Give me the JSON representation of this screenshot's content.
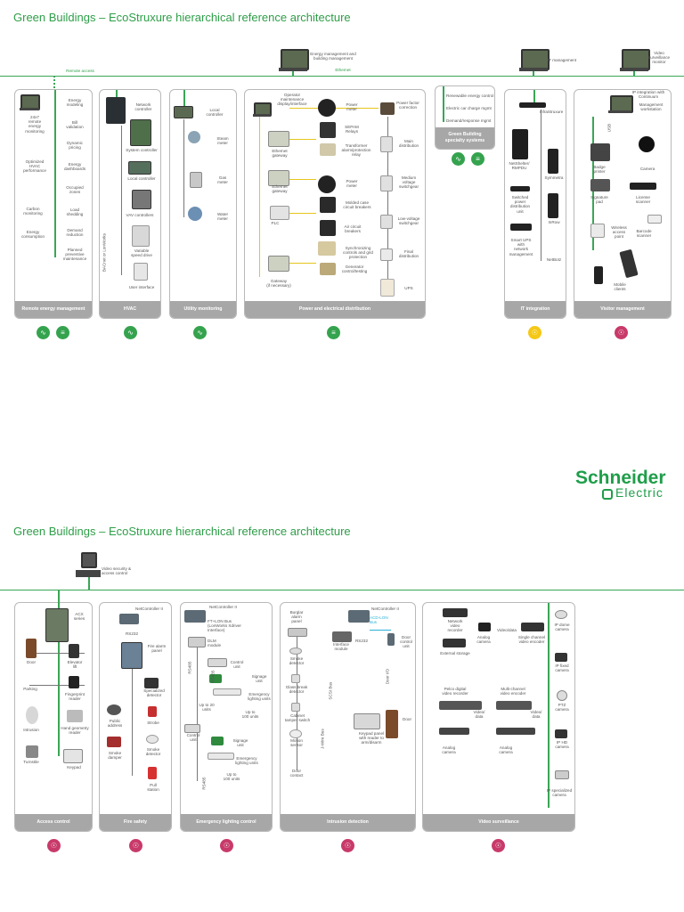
{
  "page1": {
    "title": "Green Buildings – EcoStruxure hierarchical reference architecture",
    "top": {
      "remote_access": "Remote access",
      "ethernet": "Ethernet",
      "energy_mgmt": "Energy management and\nbuilding management",
      "it_mgmt": "IT management",
      "video_monitor": "Video\nsurveillance\nmonitor"
    },
    "rem": {
      "items_right": [
        "Energy\nmodeling",
        "Bill\nvalidation",
        "Dynamic\npricing",
        "Energy\ndashboards",
        "Occupied\nzones",
        "Load\nshedding",
        "Demand\nreduction",
        "Planned\npreventive\nmaintenance"
      ],
      "items_left": [
        "24x7\nremote\nenergy\nmonitoring",
        "Optimized\nHVAC\nperformance",
        "Carbon\nmonitoring",
        "Energy\nconsumption"
      ],
      "footer": "Remote energy management"
    },
    "hvac": {
      "items": [
        "Network\ncontroller",
        "System controller",
        "Local controller",
        "VAV controllers",
        "Variable\nspeed drive",
        "User interface"
      ],
      "vertical": "BACnet or LonWorks",
      "footer": "HVAC"
    },
    "util": {
      "items": [
        "Local\ncontroller",
        "Steam\nmeter",
        "Gas\nmeter",
        "Water\nmeter"
      ],
      "footer": "Utility monitoring"
    },
    "power": {
      "items": [
        "Operator\nmaintenance\ndisplay/interface",
        "Ethernet\ngateway",
        "Ethernet\ngateway",
        "PLC",
        "Gateway\n(if necessary)",
        "Power\nmeter",
        "SEPAM\nRelays",
        "Transformer\nalarm/protection\nrelay",
        "Power\nmeter",
        "Molded case\ncircuit breakers",
        "Air circuit\nbreakers",
        "Synchronizing\ncontrols and grid\nprotection",
        "Generator\ncontrol/testing",
        "Power factor\ncorrection",
        "Main\ndistribution",
        "Medium\nvoltage\nswitchgear",
        "Low-voltage\nswitchgear",
        "Final\ndistribution",
        "UPS"
      ],
      "footer": "Power and electrical distribution"
    },
    "green": {
      "items": [
        "Renewable energy control",
        "Electric car charge mgmt",
        "Demand/response mgmt"
      ],
      "footer": "Green Building\nspecialty systems"
    },
    "it": {
      "items": [
        "InfraStruxure",
        "NetShelter/\nRMPDU",
        "Symmetra",
        "Switched\npower\ndistribution\nunit",
        "InRow",
        "Smart UPS\nwith\nnetwork\nmanagement",
        "NetBotz"
      ],
      "footer": "IT integration"
    },
    "visitor": {
      "items": [
        "IP integration with\nContinuum",
        "Management\nworkstation",
        "Camera",
        "Badge\nprinter",
        "Signature\npad",
        "License\nscanner",
        "Barcode\nscanner",
        "Wireless\naccess\npoint",
        "Mobile\nclients"
      ],
      "usb": "USB",
      "footer": "Visitor management"
    },
    "icons": [
      {
        "name": "green-energy-icon",
        "color": "#35a34e",
        "glyph": "∿"
      },
      {
        "name": "green-plug-icon",
        "color": "#35a34e",
        "glyph": "≡"
      },
      {
        "name": "green-energy-icon",
        "color": "#35a34e",
        "glyph": "∿"
      },
      {
        "name": "green-energy-icon",
        "color": "#35a34e",
        "glyph": "∿"
      },
      {
        "name": "green-plug-icon",
        "color": "#35a34e",
        "glyph": "≡"
      },
      {
        "name": "yellow-it-icon",
        "color": "#f5c818",
        "glyph": "☉"
      },
      {
        "name": "red-lock-icon",
        "color": "#c83a6a",
        "glyph": "☉"
      }
    ]
  },
  "logo": {
    "line1": "Schneider",
    "line2": "Electric"
  },
  "page2": {
    "title": "Green Buildings – EcoStruxure hierarchical reference architecture",
    "top": {
      "video_security": "Video security &\naccess control"
    },
    "access": {
      "items": [
        "ACX\nseries",
        "Door",
        "Elevator\nlift",
        "Parking",
        "Fingerprint\nreader",
        "Intrusion",
        "Hand geometry\nreader",
        "Turnstile",
        "Keypad"
      ],
      "footer": "Access control"
    },
    "fire": {
      "items": [
        "NetController II",
        "RS232",
        "Fire alarm\npanel",
        "Specialized\ndetector",
        "Public\naddress",
        "Strobe",
        "Smoke\ndamper",
        "Smoke\ndetector",
        "Pull\nstation"
      ],
      "footer": "Fire safety"
    },
    "emerg": {
      "items": [
        "NetController II",
        "FT+LON Bus\n(LonWorks Xdriver\nInterface)",
        "DLM\nmodule",
        "Control\nunit",
        "Signage\nunit",
        "Emergency\nlighting units",
        "Up to 20\nunits",
        "Up to\n100 units",
        "Control\nunit",
        "Signage\nunit",
        "Emergency\nlighting units",
        "Up to\n100 units",
        "RS485",
        "RS485",
        "RS485"
      ],
      "footer": "Emergency lighting control"
    },
    "intrusion": {
      "items": [
        "NetController II",
        "ACD-LON\nBus",
        "Burglar\nalarm\npanel",
        "Interface\nmodule",
        "RS232",
        "Door\ncontrol\nunit",
        "Smoke\ndetector",
        "Glass break\ndetector",
        "Cabinet\ntamper switch",
        "Motion\nsensor",
        "Door\ncontact",
        "Keypad panel\nwith reader to\narm/disarm",
        "Door",
        "SCSI Bus",
        "Door I/O",
        "J-Wire Bus"
      ],
      "footer": "Intrusion detection"
    },
    "video": {
      "items": [
        "Network\nvideo\nrecorder",
        "External storage",
        "Analog\ncamera",
        "Video/data",
        "Single channel\nvideo encoder",
        "IP dome\ncamera",
        "IP fixed\ncamera",
        "Pelco digital\nvideo recorder",
        "Multi-channel\nvideo encoder",
        "Video/\ndata",
        "Video/\ndata",
        "PTZ\ncamera",
        "Analog\ncamera",
        "Analog\ncamera",
        "IP HD\ncamera",
        "IP specialized\ncamera"
      ],
      "footer": "Video surveillance"
    },
    "icons": [
      {
        "name": "red-lock-icon",
        "color": "#c83a6a",
        "glyph": "☉"
      },
      {
        "name": "red-lock-icon",
        "color": "#c83a6a",
        "glyph": "☉"
      },
      {
        "name": "red-lock-icon",
        "color": "#c83a6a",
        "glyph": "☉"
      },
      {
        "name": "red-lock-icon",
        "color": "#c83a6a",
        "glyph": "☉"
      },
      {
        "name": "red-lock-icon",
        "color": "#c83a6a",
        "glyph": "☉"
      }
    ]
  }
}
